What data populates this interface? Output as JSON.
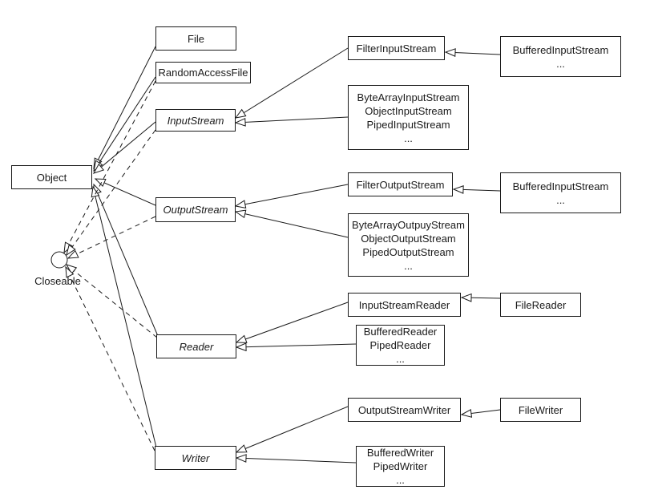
{
  "diagram": {
    "kind": "uml-class-diagram",
    "background_color": "#ffffff",
    "stroke_color": "#1a1a1a",
    "nodes": {
      "object": {
        "label": "Object"
      },
      "file": {
        "label": "File"
      },
      "random_access_file": {
        "label": "RandomAccessFile"
      },
      "input_stream": {
        "label": "InputStream",
        "stereotype": "abstract"
      },
      "output_stream": {
        "label": "OutputStream",
        "stereotype": "abstract"
      },
      "reader": {
        "label": "Reader",
        "stereotype": "abstract"
      },
      "writer": {
        "label": "Writer",
        "stereotype": "abstract"
      },
      "closeable": {
        "label": "Closeable",
        "shape": "interface-circle"
      },
      "filter_input_stream": {
        "label": "FilterInputStream"
      },
      "byte_array_input_group": {
        "lines": [
          "ByteArrayInputStream",
          "ObjectInputStream",
          "PipedInputStream",
          "..."
        ]
      },
      "buffered_input_stream_1": {
        "lines": [
          "BufferedInputStream",
          "..."
        ]
      },
      "filter_output_stream": {
        "label": "FilterOutputStream"
      },
      "byte_array_output_group": {
        "lines": [
          "ByteArrayOutpuyStream",
          "ObjectOutputStream",
          "PipedOutputStream",
          "..."
        ]
      },
      "buffered_input_stream_2": {
        "lines": [
          "BufferedInputStream",
          "..."
        ]
      },
      "input_stream_reader": {
        "label": "InputStreamReader"
      },
      "buffered_reader_group": {
        "lines": [
          "BufferedReader",
          "PipedReader",
          "..."
        ]
      },
      "file_reader": {
        "label": "FileReader"
      },
      "output_stream_writer": {
        "label": "OutputStreamWriter"
      },
      "buffered_writer_group": {
        "lines": [
          "BufferedWriter",
          "PipedWriter",
          "..."
        ]
      },
      "file_writer": {
        "label": "FileWriter"
      }
    },
    "edges": [
      {
        "from": "File",
        "to": "Object",
        "relation": "extends",
        "line": "solid"
      },
      {
        "from": "RandomAccessFile",
        "to": "Object",
        "relation": "extends",
        "line": "solid"
      },
      {
        "from": "InputStream",
        "to": "Object",
        "relation": "extends",
        "line": "solid"
      },
      {
        "from": "OutputStream",
        "to": "Object",
        "relation": "extends",
        "line": "solid"
      },
      {
        "from": "Reader",
        "to": "Object",
        "relation": "extends",
        "line": "solid"
      },
      {
        "from": "Writer",
        "to": "Object",
        "relation": "extends",
        "line": "solid"
      },
      {
        "from": "RandomAccessFile",
        "to": "Closeable",
        "relation": "implements",
        "line": "dashed"
      },
      {
        "from": "InputStream",
        "to": "Closeable",
        "relation": "implements",
        "line": "dashed"
      },
      {
        "from": "OutputStream",
        "to": "Closeable",
        "relation": "implements",
        "line": "dashed"
      },
      {
        "from": "Reader",
        "to": "Closeable",
        "relation": "implements",
        "line": "dashed"
      },
      {
        "from": "Writer",
        "to": "Closeable",
        "relation": "implements",
        "line": "dashed"
      },
      {
        "from": "FilterInputStream",
        "to": "InputStream",
        "relation": "extends",
        "line": "solid"
      },
      {
        "from": "ByteArrayInputStream / ObjectInputStream / PipedInputStream / ...",
        "to": "InputStream",
        "relation": "extends",
        "line": "solid"
      },
      {
        "from": "BufferedInputStream / ...",
        "to": "FilterInputStream",
        "relation": "extends",
        "line": "solid"
      },
      {
        "from": "FilterOutputStream",
        "to": "OutputStream",
        "relation": "extends",
        "line": "solid"
      },
      {
        "from": "ByteArrayOutpuyStream / ObjectOutputStream / PipedOutputStream / ...",
        "to": "OutputStream",
        "relation": "extends",
        "line": "solid"
      },
      {
        "from": "BufferedInputStream / ...",
        "to": "FilterOutputStream",
        "relation": "extends",
        "line": "solid"
      },
      {
        "from": "InputStreamReader",
        "to": "Reader",
        "relation": "extends",
        "line": "solid"
      },
      {
        "from": "BufferedReader / PipedReader / ...",
        "to": "Reader",
        "relation": "extends",
        "line": "solid"
      },
      {
        "from": "FileReader",
        "to": "InputStreamReader",
        "relation": "extends",
        "line": "solid"
      },
      {
        "from": "OutputStreamWriter",
        "to": "Writer",
        "relation": "extends",
        "line": "solid"
      },
      {
        "from": "BufferedWriter / PipedWriter / ...",
        "to": "Writer",
        "relation": "extends",
        "line": "solid"
      },
      {
        "from": "FileWriter",
        "to": "OutputStreamWriter",
        "relation": "extends",
        "line": "solid"
      }
    ]
  }
}
